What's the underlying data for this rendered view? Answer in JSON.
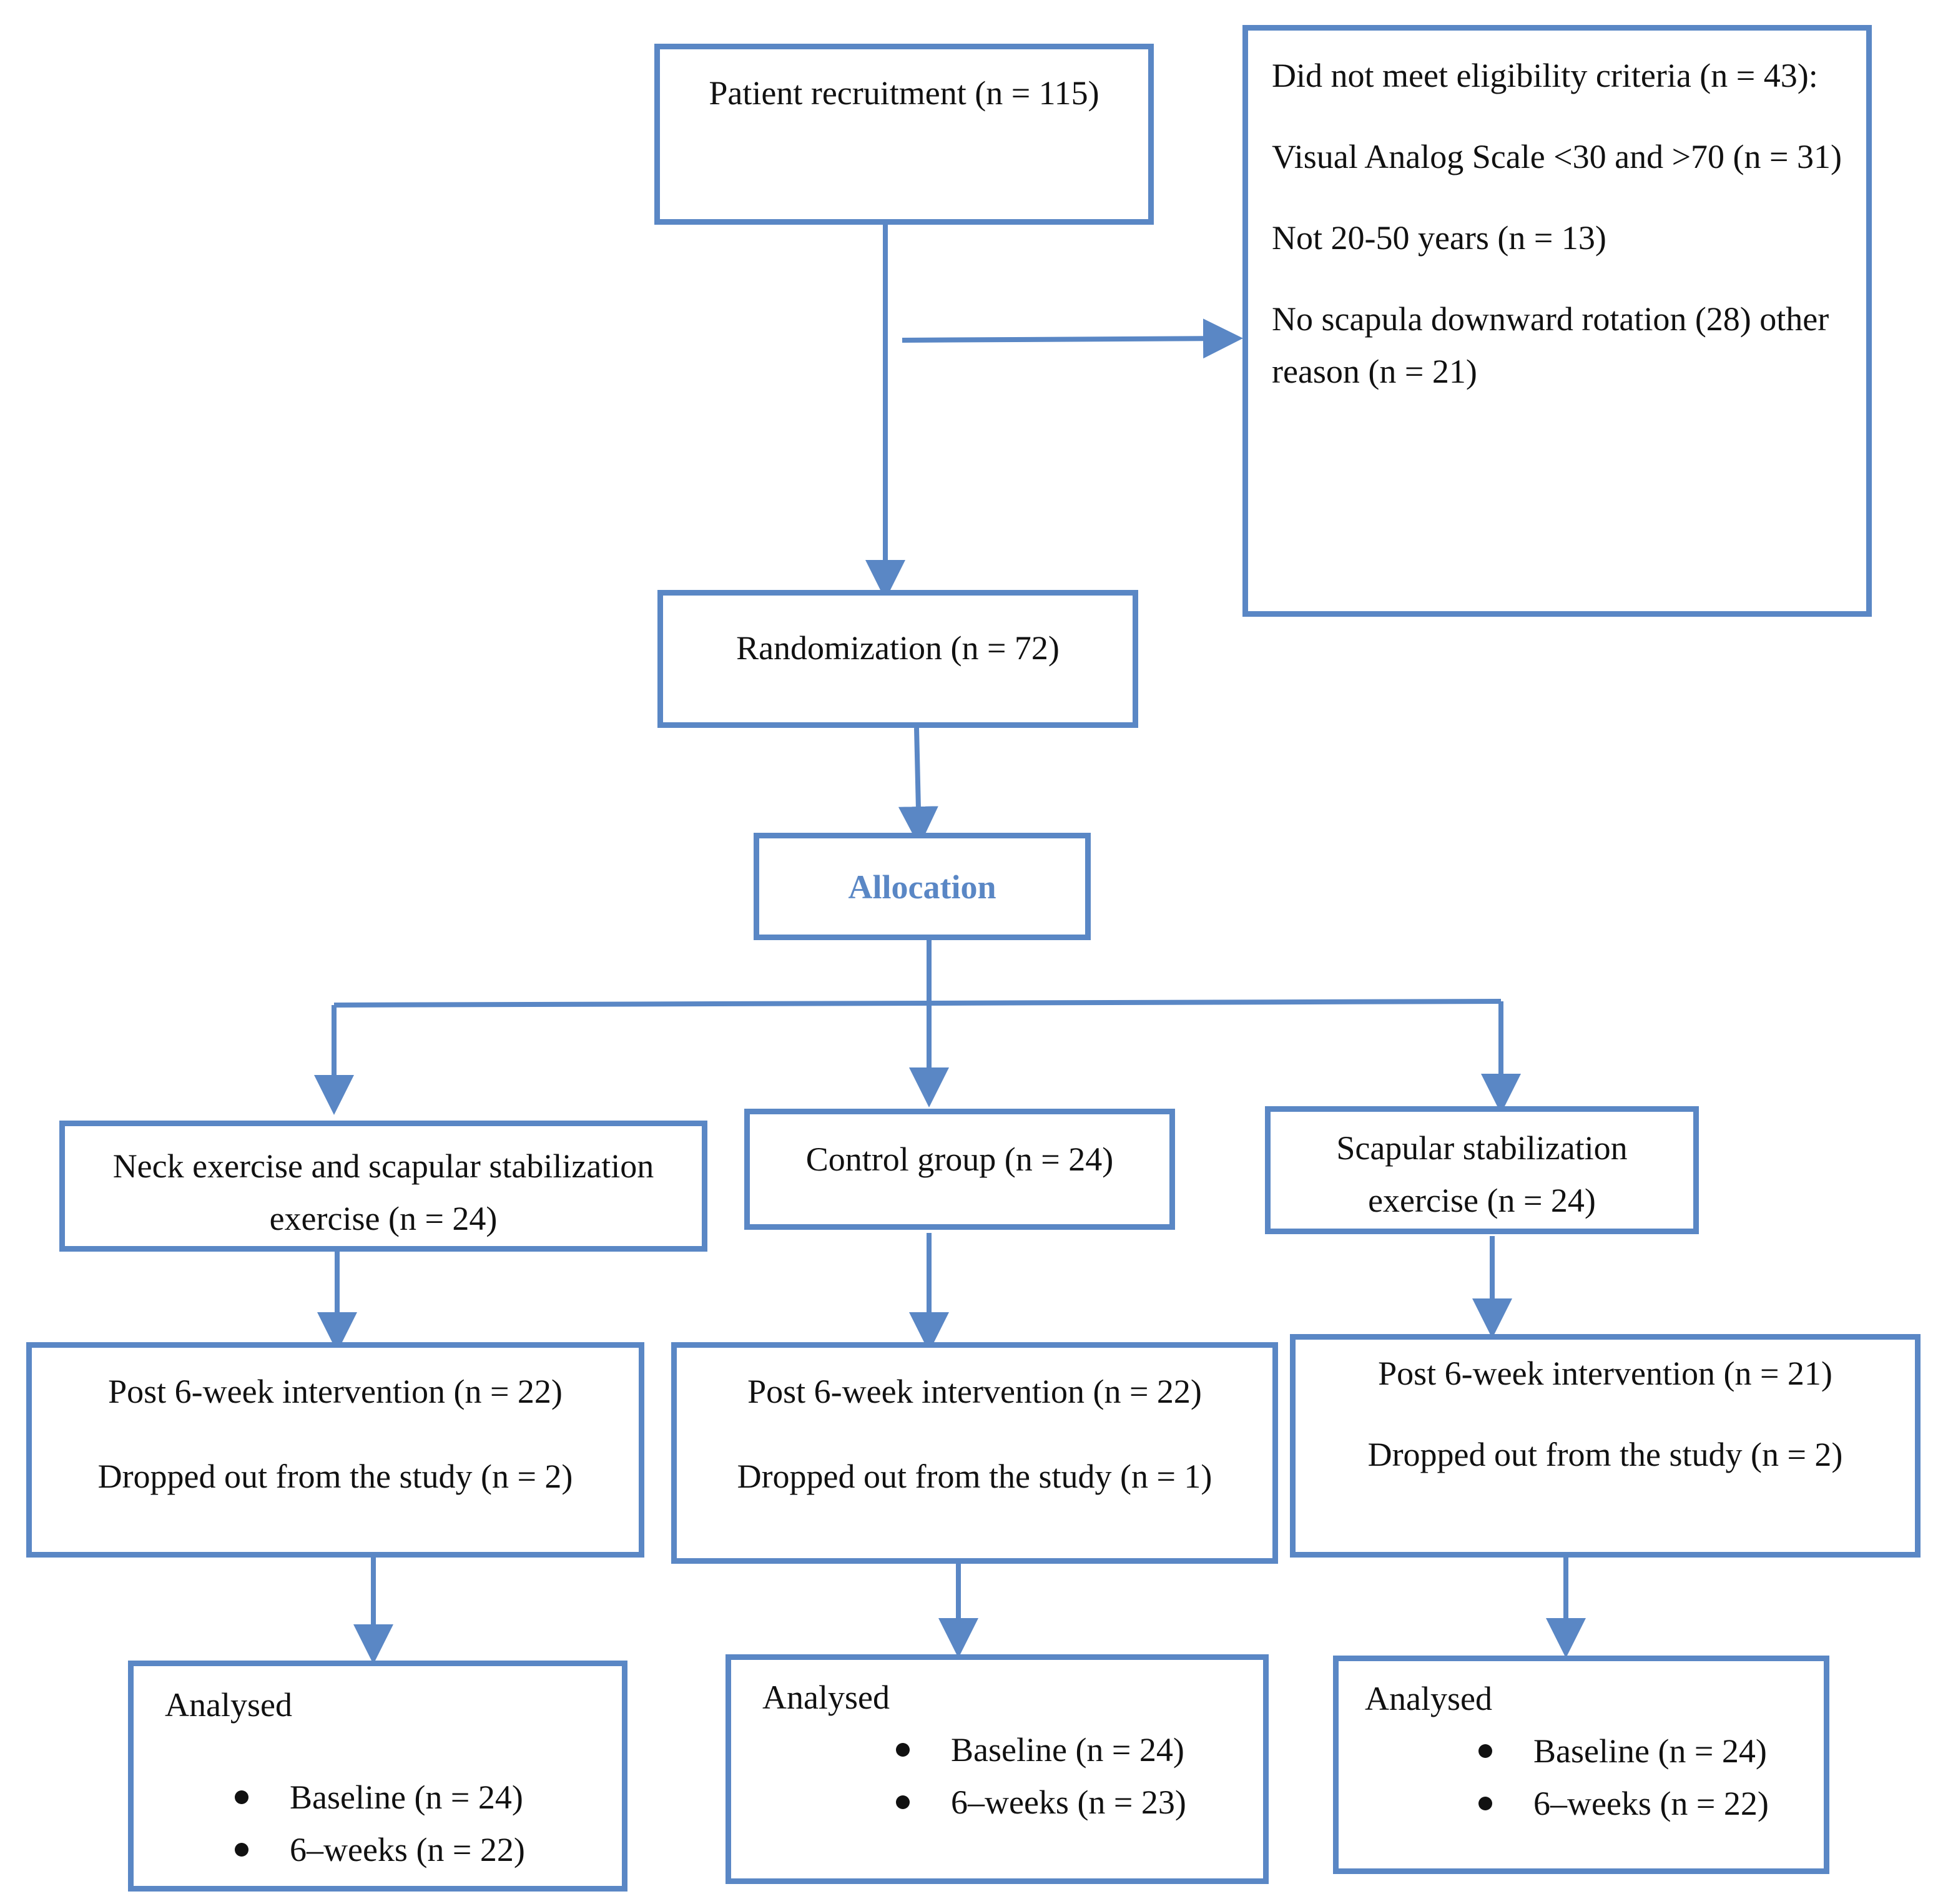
{
  "recruitment": {
    "text": "Patient recruitment (n = 115)",
    "n": 115
  },
  "excluded": {
    "heading": "Did not meet eligibility criteria (n = 43):",
    "n": 43,
    "reasons": [
      "Visual Analog Scale <30 and >70 (n = 31)",
      "Not 20-50 years (n = 13)",
      "No scapula downward rotation (28) other reason (n = 21)"
    ]
  },
  "randomization": {
    "text": "Randomization (n = 72)",
    "n": 72
  },
  "allocation": {
    "label": "Allocation"
  },
  "groups": [
    {
      "name": "Neck exercise and scapular stabilization exercise (n = 24)",
      "post": "Post 6-week intervention (n = 22)",
      "dropout": "Dropped out from the study (n = 2)",
      "analysed_title": "Analysed",
      "analysed": [
        "Baseline (n = 24)",
        "6–weeks (n = 22)"
      ]
    },
    {
      "name": "Control group (n = 24)",
      "post": "Post 6-week intervention (n = 22)",
      "dropout": "Dropped out from the study (n = 1)",
      "analysed_title": "Analysed",
      "analysed": [
        "Baseline (n = 24)",
        "6–weeks (n = 23)"
      ]
    },
    {
      "name": "Scapular stabilization exercise (n = 24)",
      "post": "Post 6-week intervention (n = 21)",
      "dropout": "Dropped out from the study (n = 2)",
      "analysed_title": "Analysed",
      "analysed": [
        "Baseline (n = 24)",
        "6–weeks (n = 22)"
      ]
    }
  ],
  "colors": {
    "border": "#5a87c5",
    "arrow": "#5a87c5",
    "text": "#111111",
    "allocation_text": "#5a87c5"
  }
}
